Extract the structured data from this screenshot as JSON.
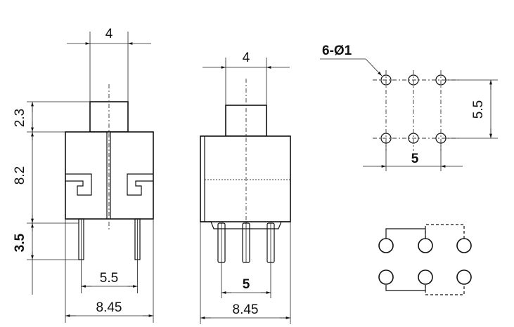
{
  "front_view": {
    "top_width": "4",
    "cap_height": "2.3",
    "body_height": "8.2",
    "pin_length": "3.5",
    "pin_spacing": "5.5",
    "overall_width": "8.45"
  },
  "side_view": {
    "top_width": "4",
    "pin_spacing": "5",
    "overall_width": "8.45"
  },
  "pcb_layout": {
    "hole_label": "6-Ø1",
    "row_spacing": "5.5",
    "column_spacing": "5"
  },
  "colors": {
    "line": "#111111",
    "background": "#ffffff"
  }
}
